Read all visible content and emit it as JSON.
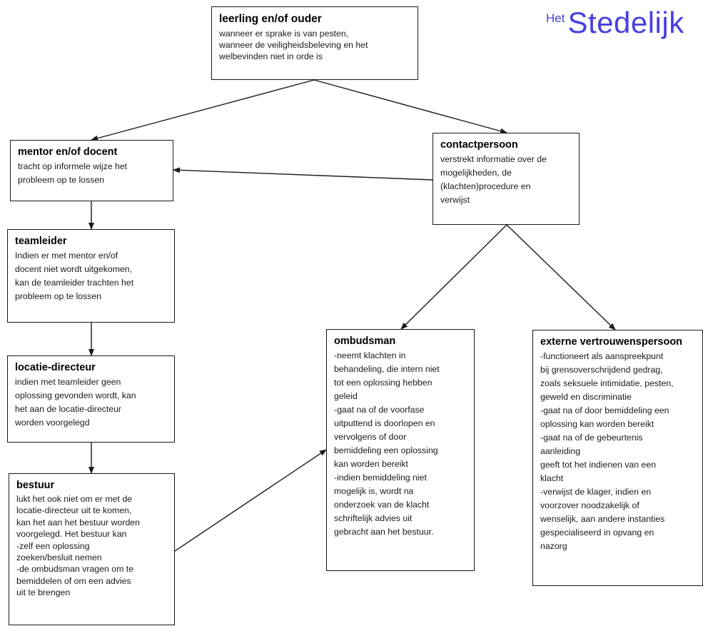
{
  "logo": {
    "prefix": "Het",
    "name": "Stedelijk",
    "color": "#4a3fe0"
  },
  "boxes": {
    "top": {
      "title": "leerling en/of ouder",
      "body": "wanneer er sprake is van pesten,\nwanneer de veiligheidsbeleving en het\nwelbevinden niet in orde is"
    },
    "mentor": {
      "title": "mentor en/of docent",
      "body": "tracht op informele wijze het\nprobleem op te lossen"
    },
    "contact": {
      "title": "contactpersoon",
      "body": "verstrekt informatie over de\nmogelijkheden, de\n(klachten)procedure en\nverwijst"
    },
    "teamleider": {
      "title": "teamleider",
      "body": "Indien er met mentor en/of\ndocent niet wordt uitgekomen,\nkan de teamleider trachten het\nprobleem op te lossen"
    },
    "locatie": {
      "title": "locatie-directeur",
      "body": "indien met teamleider geen\noplossing gevonden wordt, kan\nhet aan de locatie-directeur\nworden voorgelegd"
    },
    "bestuur": {
      "title": "bestuur",
      "body": "lukt het ook niet om er met de\nlocatie-directeur uit te komen,\nkan het aan het bestuur worden\nvoorgelegd. Het bestuur kan\n-zelf een oplossing\nzoeken/besluit nemen\n-de ombudsman vragen om te\nbemiddelen of om een advies\nuit te brengen"
    },
    "ombudsman": {
      "title": "ombudsman",
      "body": "-neemt klachten in\nbehandeling, die intern niet\ntot een oplossing hebben\ngeleid\n-gaat na of de voorfase\nuitputtend is doorlopen en\nvervolgens of door\nbemiddeling een oplossing\nkan worden bereikt\n-indien bemiddeling niet\nmogelijk is, wordt na\nonderzoek van de klacht\nschriftelijk advies uit\ngebracht aan het bestuur."
    },
    "extern": {
      "title": "externe vertrouwenspersoon",
      "body": "-functioneert als aanspreekpunt\nbij grensoverschrijdend gedrag,\nzoals seksuele intimidatie, pesten,\ngeweld en discriminatie\n-gaat na of door bemiddeling een\noplossing kan worden bereikt\n-gaat na of de gebeurtenis\naanleiding\ngeeft tot het indienen van een\nklacht\n-verwijst de klager, indien en\nvoorzover noodzakelijk of\nwenselijk, aan andere instanties\ngespecialiseerd in opvang en\nnazorg"
    }
  }
}
